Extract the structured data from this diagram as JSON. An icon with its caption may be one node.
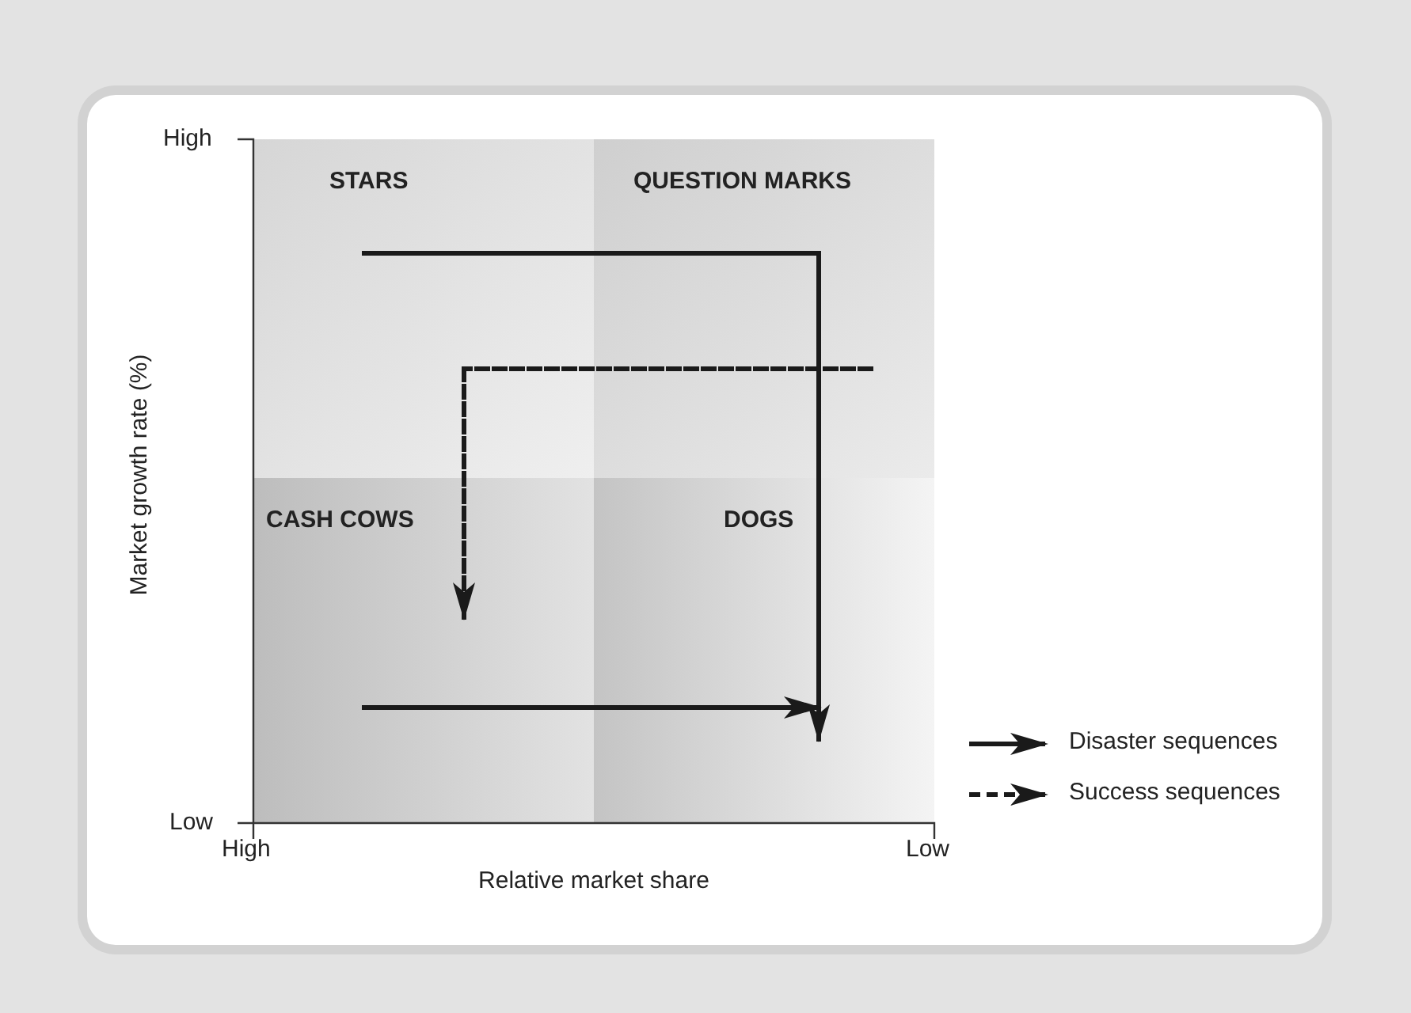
{
  "diagram": {
    "nodes": [
      {
        "text": [
          "STARS"
        ]
      },
      {
        "text": [
          "QUESTION MARKS"
        ]
      },
      {
        "text": [
          "CASH COWS"
        ]
      },
      {
        "text": [
          "DOGS"
        ]
      }
    ],
    "edges": [
      {
        "from": 0,
        "to": 1,
        "arrow": "none"
      },
      {
        "from": 1,
        "to": 3,
        "arrow": "to"
      },
      {
        "from": 1,
        "to": 0,
        "arrow": "none",
        "style": "dashed"
      },
      {
        "from": 0,
        "to": 2,
        "arrow": "to",
        "style": "dashed"
      },
      {
        "from": 2,
        "to": 3,
        "arrow": "to"
      }
    ],
    "labels": [
      "High",
      "Low",
      "High",
      "Low",
      "Market growth rate (%)",
      "Relative market share"
    ],
    "legend": [
      {
        "text": "Disaster sequences"
      },
      {
        "text": "Success sequences"
      }
    ]
  }
}
